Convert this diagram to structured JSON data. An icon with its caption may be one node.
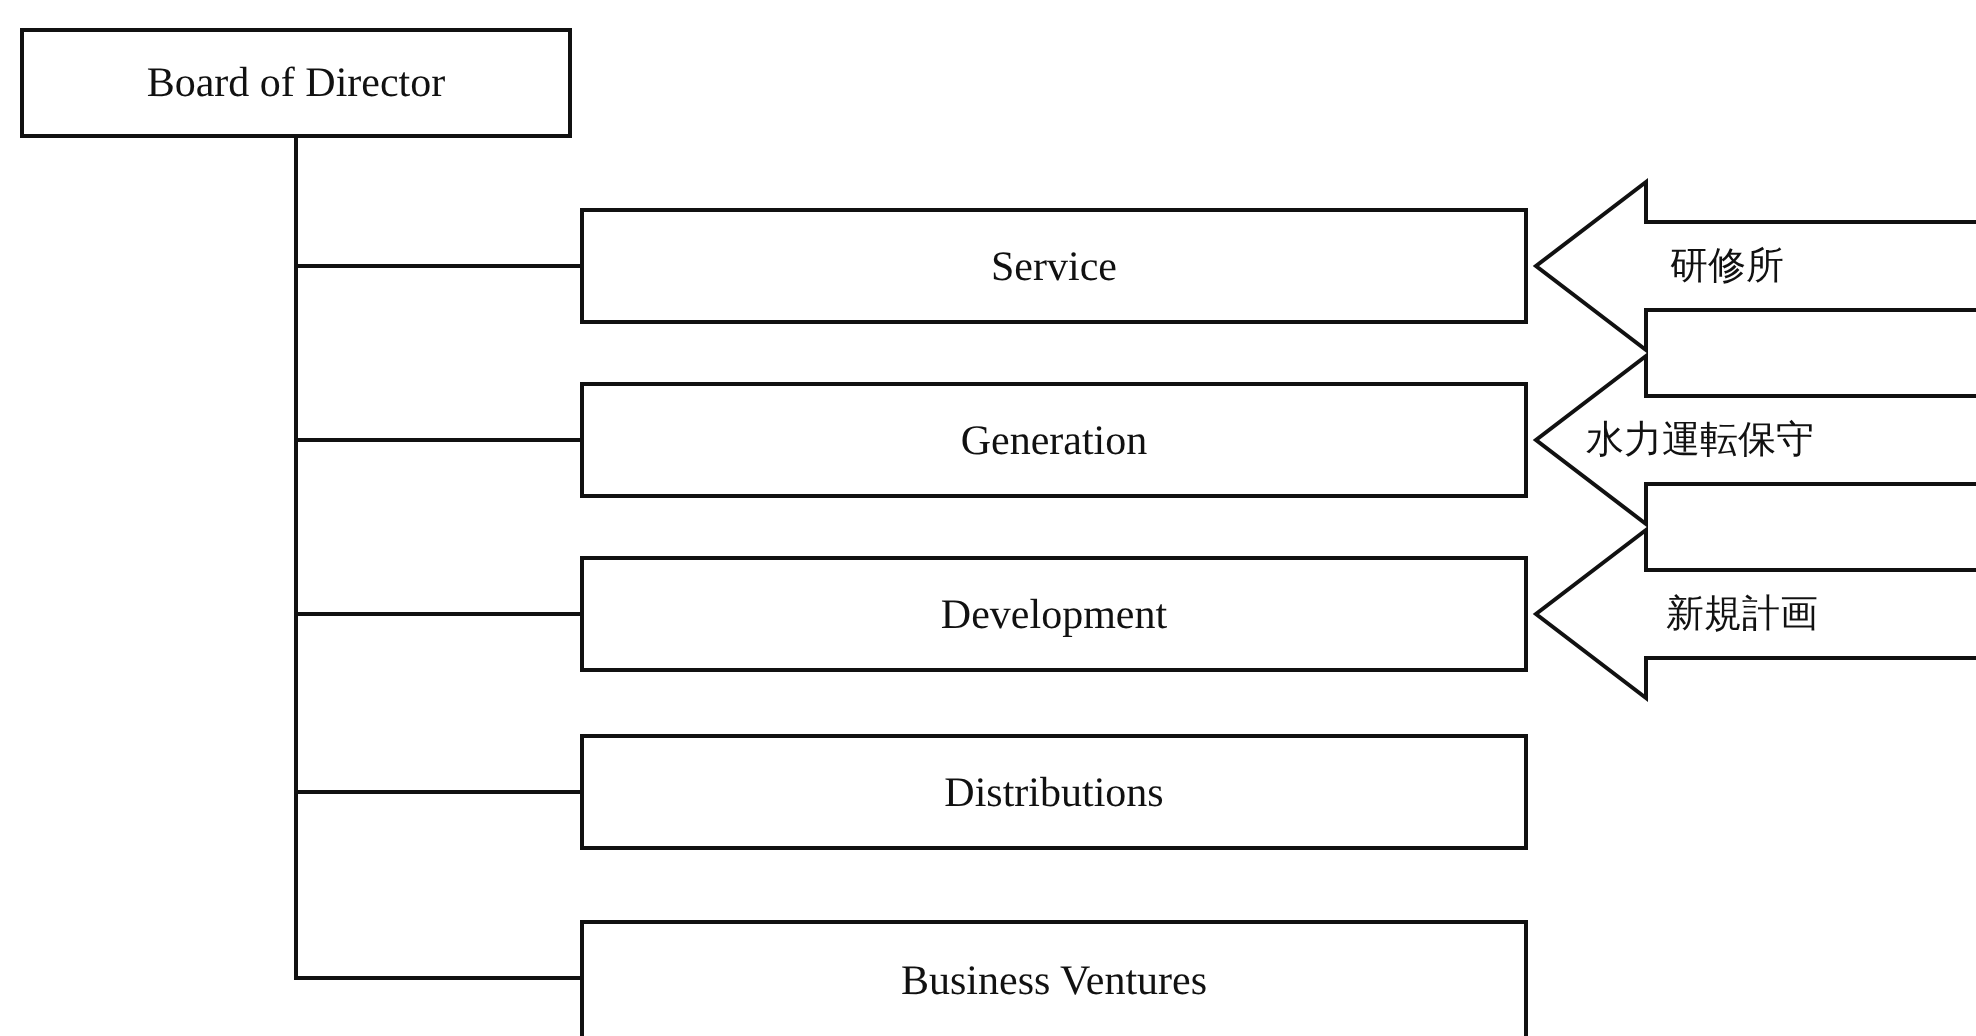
{
  "diagram": {
    "nodes": [
      {
        "text": [
          "Board of Director"
        ]
      },
      {
        "text": [
          "Service"
        ]
      },
      {
        "text": [
          "Generation"
        ]
      },
      {
        "text": [
          "Development"
        ]
      },
      {
        "text": [
          "Distributions"
        ]
      },
      {
        "text": [
          "Business Ventures"
        ]
      }
    ],
    "edges": [
      {
        "from": 0,
        "to": 1,
        "arrow": "none"
      },
      {
        "from": 0,
        "to": 2,
        "arrow": "none"
      },
      {
        "from": 0,
        "to": 3,
        "arrow": "none"
      },
      {
        "from": 0,
        "to": 4,
        "arrow": "none"
      },
      {
        "from": 0,
        "to": 5,
        "arrow": "none"
      },
      {
        "from": null,
        "to": 1,
        "arrow": "to",
        "label": "研修所"
      },
      {
        "from": null,
        "to": 2,
        "arrow": "to",
        "label": "水力運転保守"
      },
      {
        "from": null,
        "to": 3,
        "arrow": "to",
        "label": "新規計画"
      }
    ]
  }
}
